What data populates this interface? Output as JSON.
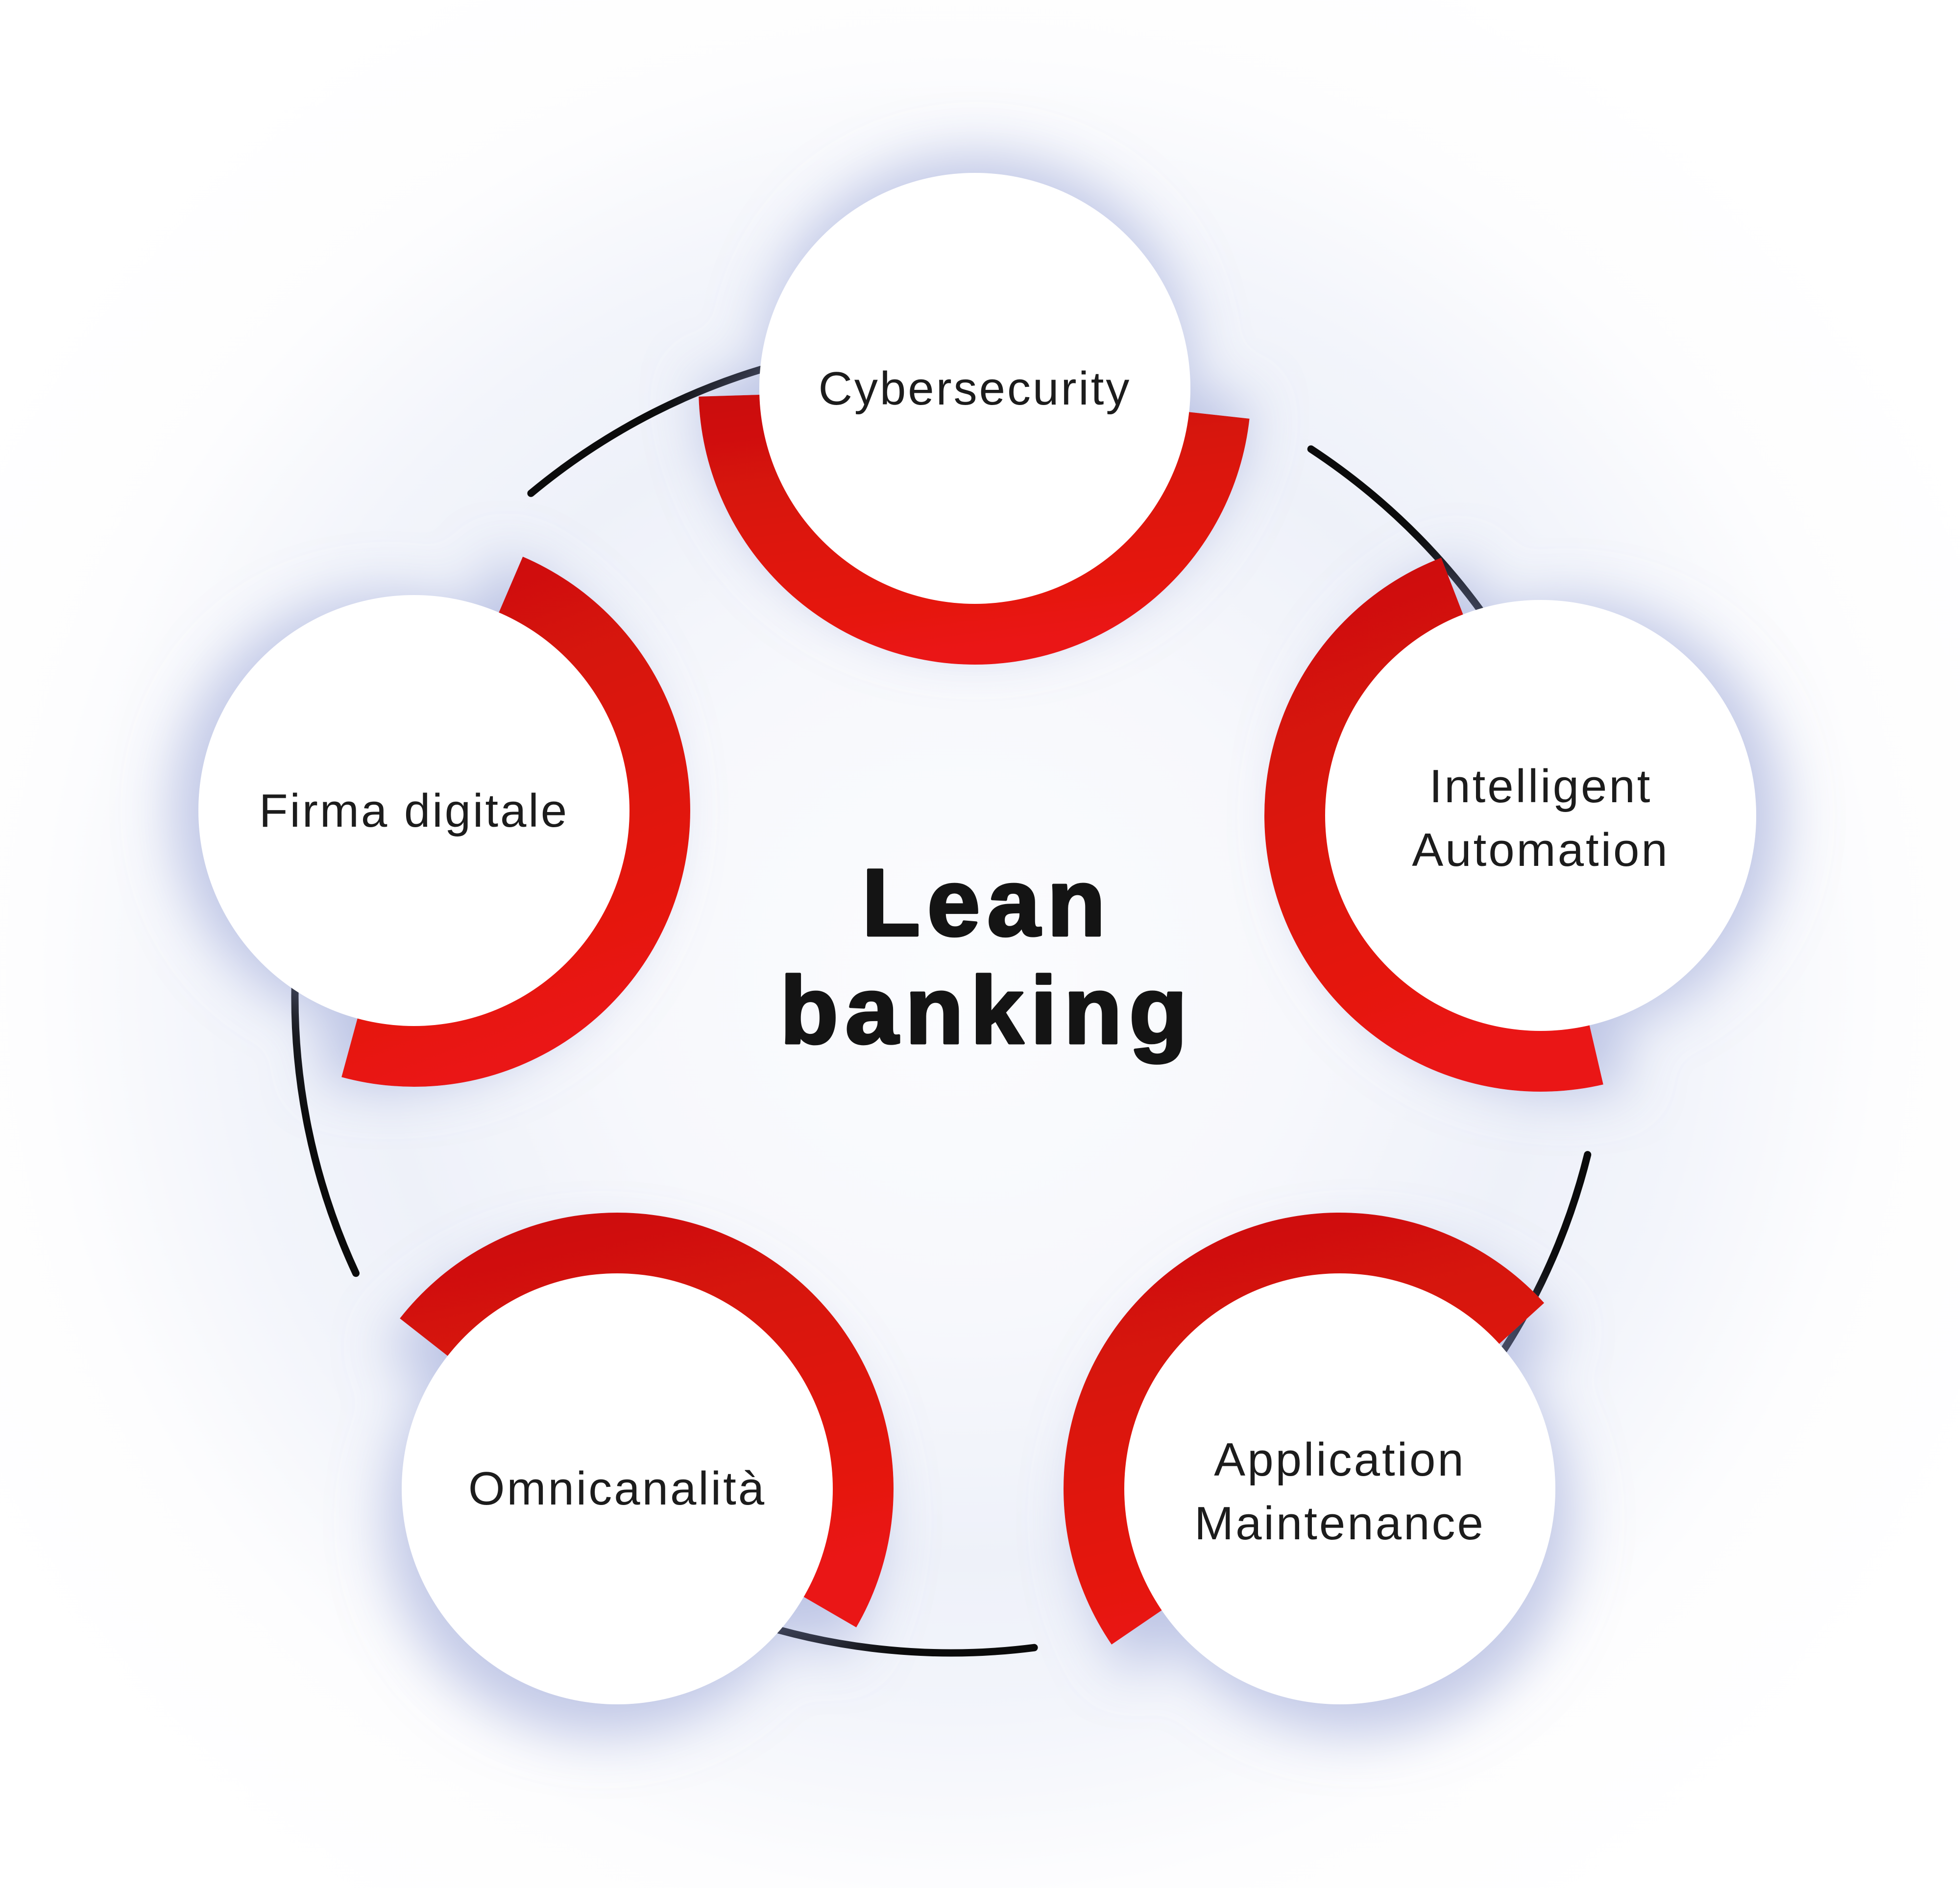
{
  "title": {
    "lines": [
      "Lean",
      "banking"
    ]
  },
  "nodes": [
    {
      "id": "cybersecurity",
      "lines": [
        "Cybersecurity"
      ]
    },
    {
      "id": "intelligent-automation",
      "lines": [
        "Intelligent",
        "Automation"
      ]
    },
    {
      "id": "application-maintenance",
      "lines": [
        "Application",
        "Maintenance"
      ]
    },
    {
      "id": "omnicanalita",
      "lines": [
        "Omnicanalità"
      ]
    },
    {
      "id": "firma-digitale",
      "lines": [
        "Firma digitale"
      ]
    }
  ],
  "colors": {
    "red": "#dc130f",
    "red_dark": "#ca100c",
    "red_light": "#ea1712",
    "ring": "#0b0b0b",
    "text": "#1c1c1c",
    "title": "#141414",
    "glow": "#8d9ad2",
    "wash": "#eef1f9"
  }
}
